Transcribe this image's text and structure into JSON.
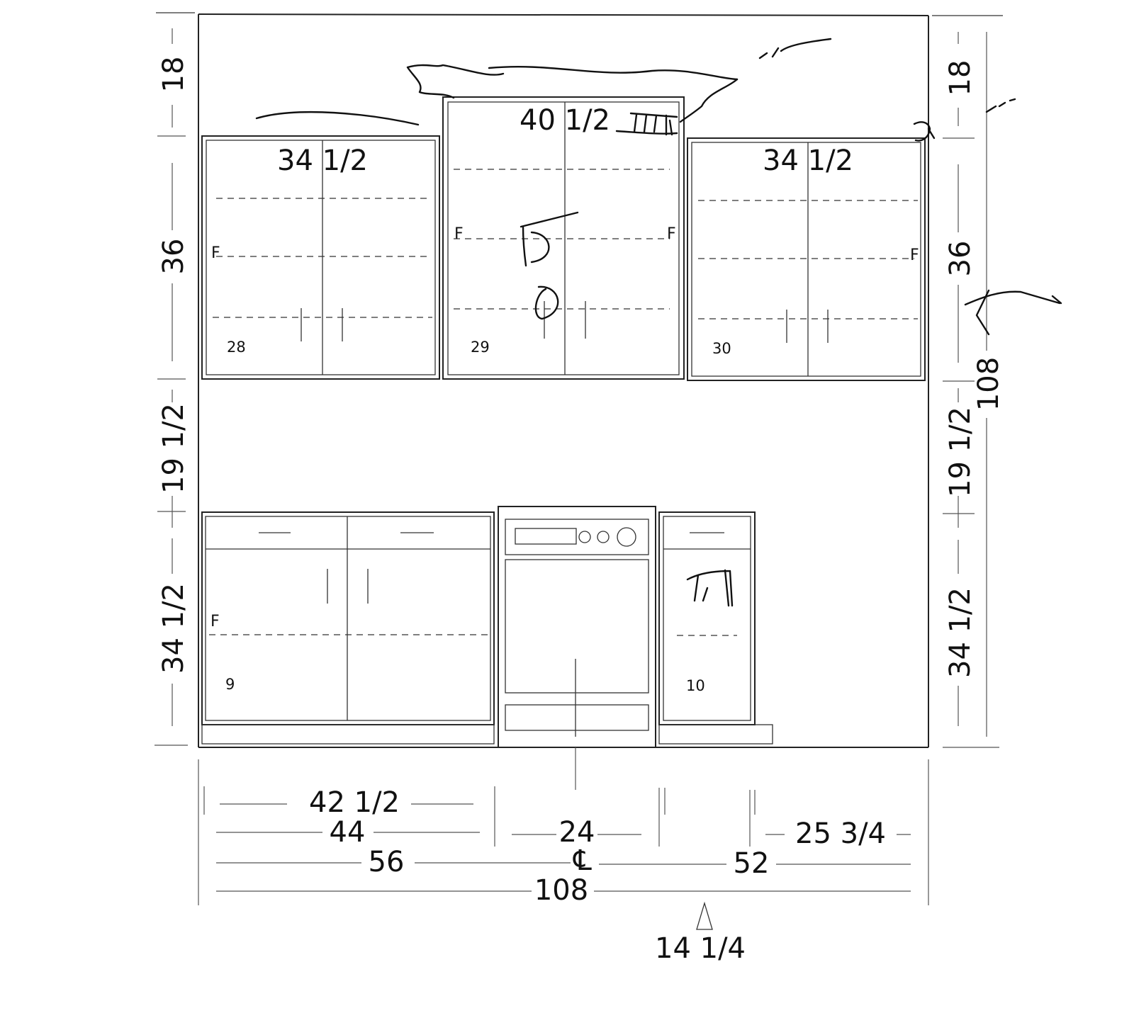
{
  "upper": {
    "left_width": "34 1/2",
    "center_width": "40 1/2",
    "right_width": "34 1/2",
    "left_number": "28",
    "center_number": "29",
    "right_number": "30",
    "filler": "F"
  },
  "base": {
    "left_number": "9",
    "right_number": "10",
    "filler": "F"
  },
  "left_dims": {
    "top": "18",
    "upper": "36",
    "gap": "19 1/2",
    "base": "34 1/2"
  },
  "right_dims": {
    "top": "18",
    "upper": "36",
    "gap": "19 1/2",
    "base": "34 1/2",
    "overall": "108"
  },
  "bottom_dims": {
    "d1": "42 1/2",
    "d2": "44",
    "d3": "56",
    "appliance": "24",
    "centerline": "℄",
    "d4": "52",
    "d5": "25 3/4",
    "overall": "108",
    "marker": "14 1/4"
  }
}
